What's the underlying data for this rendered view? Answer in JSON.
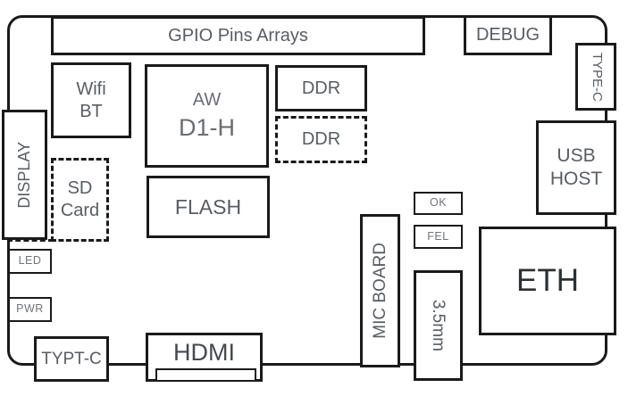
{
  "diagram": {
    "title_context": "Single-board computer layout diagram",
    "gpio": {
      "label": "GPIO Pins Arrays"
    },
    "debug": {
      "label": "DEBUG"
    },
    "type_c": {
      "label": "TYPE-C"
    },
    "wifi_bt": {
      "line1": "Wifi",
      "line2": "BT"
    },
    "soc": {
      "line1": "AW",
      "line2": "D1-H"
    },
    "ddr1": {
      "label": "DDR"
    },
    "ddr2": {
      "label": "DDR"
    },
    "usb_host": {
      "line1": "USB",
      "line2": "HOST"
    },
    "display": {
      "label": "DISPLAY"
    },
    "sd_card": {
      "line1": "SD",
      "line2": "Card"
    },
    "flash": {
      "label": "FLASH"
    },
    "ok": {
      "label": "OK"
    },
    "fel": {
      "label": "FEL"
    },
    "eth": {
      "label": "ETH"
    },
    "led": {
      "label": "LED"
    },
    "pwr": {
      "label": "PWR"
    },
    "mic_board": {
      "label": "MIC BOARD"
    },
    "jack_35mm": {
      "label": "3.5mm"
    },
    "typt_c": {
      "label": "TYPT-C"
    },
    "hdmi": {
      "label": "HDMI"
    }
  },
  "colors": {
    "line": "#1a1a1a",
    "label_text": "#585d63",
    "muted_text": "#70757a",
    "background": "#ffffff"
  }
}
